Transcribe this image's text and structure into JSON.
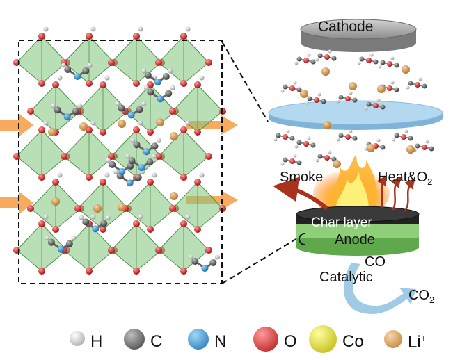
{
  "labels": {
    "cathode": "Cathode",
    "char_layer": "Char layer",
    "anode": "Anode",
    "smoke": "Smoke",
    "heat_o2": "Heat&O",
    "heat_o2_sub": "2",
    "co": "CO",
    "catalytic": "Catalytic",
    "co2": "CO",
    "co2_sub": "2"
  },
  "legend": [
    {
      "symbol": "H",
      "color": "#e8e8e8"
    },
    {
      "symbol": "C",
      "color": "#6e6e6e"
    },
    {
      "symbol": "N",
      "color": "#2f9bd6"
    },
    {
      "symbol": "O",
      "color": "#e02020"
    },
    {
      "symbol": "Co",
      "color": "#e6e22a"
    },
    {
      "symbol": "Li",
      "sup": "+",
      "color": "#d9a05b"
    }
  ],
  "colors": {
    "octahedra": "#7fc47a",
    "separator": "#a9d2ee",
    "cathode": "#a8a8a8",
    "anode": "#8fcf7a",
    "char": "#2b2b2b",
    "arrow_orange": "#f7a14e",
    "arrow_red": "#a8321c",
    "arrow_blue": "#8fc2e0"
  }
}
